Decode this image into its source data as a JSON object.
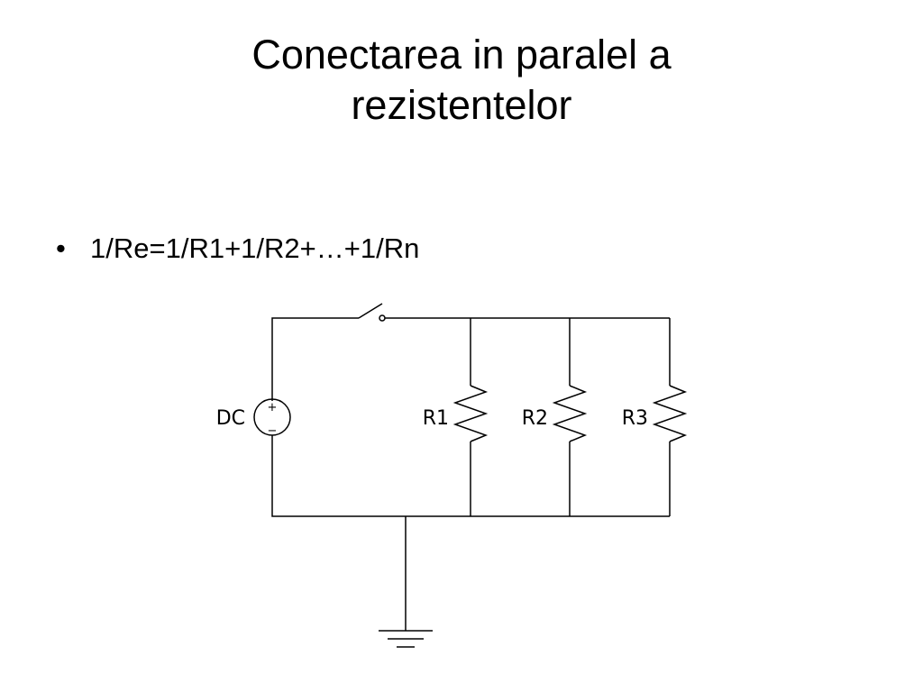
{
  "slide": {
    "title_line1": "Conectarea in paralel a",
    "title_line2": "rezistentelor",
    "bullets": [
      {
        "text": "1/Re=1/R1+1/R2+…+1/Rn"
      }
    ]
  },
  "bullet_symbol": "•",
  "circuit": {
    "source_label": "DC",
    "source_plus": "+",
    "source_minus": "−",
    "resistors": [
      {
        "label": "R1"
      },
      {
        "label": "R2"
      },
      {
        "label": "R3"
      }
    ]
  }
}
